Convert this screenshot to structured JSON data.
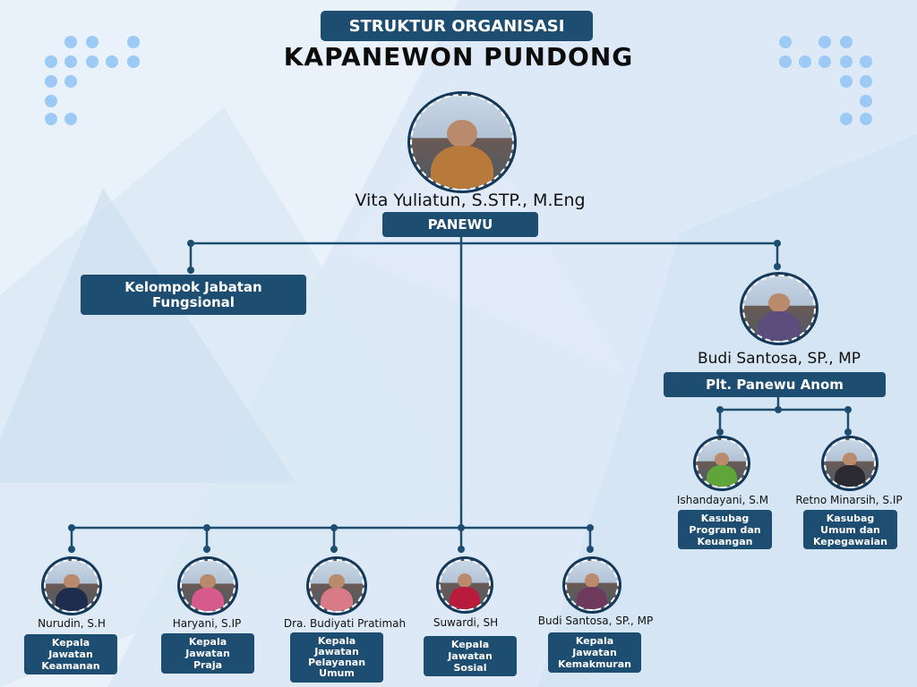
{
  "header": {
    "badge": "STRUKTUR ORGANISASI",
    "title": "KAPANEWON PUNDONG"
  },
  "head": {
    "name": "Vita Yuliatun, S.STP.,  M.Eng",
    "role": "PANEWU"
  },
  "functional": {
    "label_line1": "Kelompok Jabatan",
    "label_line2": "Fungsional"
  },
  "deputy": {
    "name": "Budi Santosa, SP., MP",
    "role": "Plt. Panewu Anom"
  },
  "sub_sections": [
    {
      "name": "Ishandayani, S.M",
      "role_lines": [
        "Kasubag",
        "Program dan",
        "Keuangan"
      ]
    },
    {
      "name": "Retno Minarsih, S.IP",
      "role_lines": [
        "Kasubag",
        "Umum dan",
        "Kepegawaian"
      ]
    }
  ],
  "departments": [
    {
      "name": "Nurudin, S.H",
      "role_lines": [
        "Kepala",
        "Jawatan",
        "Keamanan"
      ]
    },
    {
      "name": "Haryani, S.IP",
      "role_lines": [
        "Kepala",
        "Jawatan",
        "Praja"
      ]
    },
    {
      "name": "Dra. Budiyati Pratimah",
      "role_lines": [
        "Kepala",
        "Jawatan",
        "Pelayanan",
        "Umum"
      ]
    },
    {
      "name": "Suwardi, SH",
      "role_lines": [
        "Kepala",
        "Jawatan",
        "Sosial"
      ]
    },
    {
      "name": "Budi Santosa, SP., MP",
      "role_lines": [
        "Kepala",
        "Jawatan",
        "Kemakmuran"
      ]
    }
  ],
  "colors": {
    "box": "#1d4e72",
    "line": "#1d4e72",
    "background": "#e8f1fb",
    "dots": "#9ccaf5"
  }
}
